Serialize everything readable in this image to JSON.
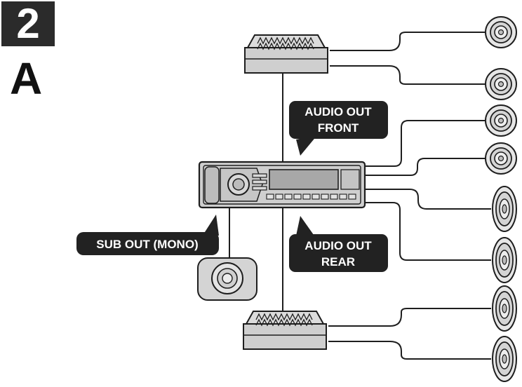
{
  "step": {
    "number": "2",
    "letter": "A"
  },
  "labels": {
    "front": {
      "line1": "AUDIO OUT",
      "line2": "FRONT"
    },
    "rear": {
      "line1": "AUDIO OUT",
      "line2": "REAR"
    },
    "sub": "SUB OUT (MONO)"
  },
  "colors": {
    "ink": "#1e1e1e",
    "device": "#cfcfcf",
    "device_dark": "#9a9a9a",
    "label_bg": "#222222"
  }
}
